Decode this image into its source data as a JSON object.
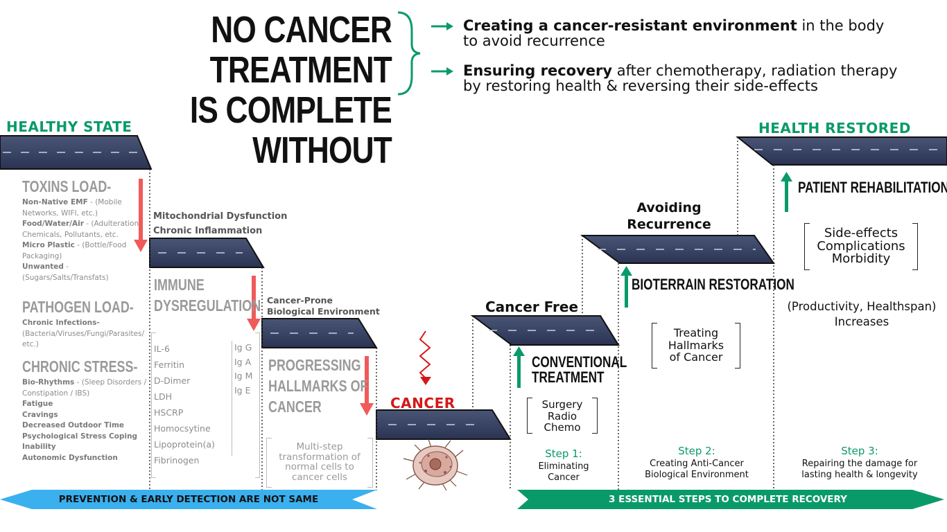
{
  "title": {
    "line1": "NO CANCER TREATMENT",
    "line2": "IS COMPLETE WITHOUT"
  },
  "points": [
    {
      "bold": "Creating a cancer-resistant environment",
      "rest": " in the body",
      "line2": "to avoid recurrence"
    },
    {
      "bold": "Ensuring recovery",
      "rest": " after chemotherapy, radiation therapy",
      "line2": "by restoring health & reversing their side-effects"
    }
  ],
  "labels": {
    "healthy_state": "HEALTHY STATE",
    "health_restored": "HEALTH RESTORED",
    "cancer": "CANCER",
    "cancer_free": "Cancer Free",
    "avoiding_recurrence_1": "Avoiding",
    "avoiding_recurrence_2": "Recurrence"
  },
  "toxins": {
    "heading": "TOXINS LOAD-",
    "items": [
      {
        "b": "Non-Native EMF",
        "t": " - (Mobile Networks, WIFI, etc.)"
      },
      {
        "b": "Food/Water/Air",
        "t": " - (Adulteration, Chemicals, Pollutants, etc."
      },
      {
        "b": "Micro Plastic",
        "t": " - (Bottle/Food Packaging)"
      },
      {
        "b": "Unwanted",
        "t": " - (Sugars/Salts/Transfats)"
      }
    ]
  },
  "pathogen": {
    "heading": "PATHOGEN LOAD-",
    "b": "Chronic Infections-",
    "t": "(Bacteria/Viruses/Fungi/Parasites/etc.)"
  },
  "stress": {
    "heading": "CHRONIC STRESS-",
    "lead_b": "Bio-Rhythms",
    "lead_t": " - (Sleep Disorders / Constipation / IBS)",
    "items": [
      "Fatigue",
      "Cravings",
      "Decreased Outdoor Time",
      "Psychological Stress Coping Inability",
      "Autonomic Dysfunction"
    ]
  },
  "mito": {
    "line1": "Mitochondrial Dysfunction",
    "line2": "Chronic Inflammation"
  },
  "immune": {
    "heading1": "IMMUNE",
    "heading2": "DYSREGULATION",
    "markers_left": [
      "IL-6",
      "Ferritin",
      "D-Dimer",
      "LDH",
      "HSCRP",
      "Homocsytine",
      "Lipoprotein(a)",
      "Fibrinogen"
    ],
    "markers_right": [
      "Ig G",
      "Ig A",
      "Ig M",
      "Ig E"
    ]
  },
  "prone": {
    "line1": "Cancer-Prone",
    "line2": "Biological Environment"
  },
  "hallmarks": {
    "line1": "PROGRESSING",
    "line2": "HALLMARKS OF",
    "line3": "CANCER",
    "bracket": [
      "Multi-step",
      "transformation of",
      "normal cells to",
      "cancer cells"
    ]
  },
  "conventional": {
    "line1": "CONVENTIONAL",
    "line2": "TREATMENT",
    "bracket": [
      "Surgery",
      "Radio",
      "Chemo"
    ]
  },
  "bioterrain": {
    "heading": "BIOTERRAIN RESTORATION",
    "bracket": [
      "Treating",
      "Hallmarks",
      "of Cancer"
    ]
  },
  "rehab": {
    "heading": "PATIENT REHABILITATION",
    "bracket": [
      "Side-effects",
      "Complications",
      "Morbidity"
    ],
    "note1": "(Productivity, Healthspan)",
    "note2": "Increases"
  },
  "steps": [
    {
      "title": "Step 1:",
      "l1": "Eliminating",
      "l2": "Cancer"
    },
    {
      "title": "Step 2:",
      "l1": "Creating Anti-Cancer",
      "l2": "Biological Environment"
    },
    {
      "title": "Step 3:",
      "l1": "Repairing the damage for",
      "l2": "lasting health & longevity"
    }
  ],
  "banners": {
    "left": "PREVENTION & EARLY DETECTION ARE NOT SAME",
    "right": "3 ESSENTIAL STEPS TO COMPLETE RECOVERY"
  },
  "colors": {
    "green": "#0a9a6a",
    "red_arrow": "#f05a5a",
    "cancer_red": "#d41818",
    "road": "#3b4566",
    "banner_blue": "#3ab0ef",
    "banner_green": "#0a9a6a"
  }
}
